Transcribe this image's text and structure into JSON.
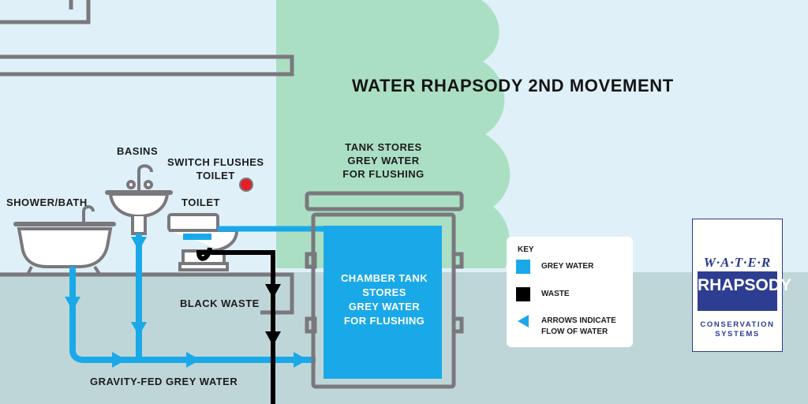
{
  "title": "WATER RHAPSODY 2ND MOVEMENT",
  "labels": {
    "basins": "BASINS",
    "switch_flushes": "SWITCH FLUSHES",
    "toilet_word": "TOILET",
    "toilet": "TOILET",
    "shower_bath": "SHOWER/BATH",
    "tank_stores": [
      "TANK STORES",
      "GREY WATER",
      "FOR FLUSHING"
    ],
    "black_waste": "BLACK WASTE",
    "gravity_fed": "GRAVITY-FED GREY WATER"
  },
  "chamber_tank": [
    "CHAMBER TANK",
    "STORES",
    "GREY WATER",
    "FOR FLUSHING"
  ],
  "key": {
    "title": "KEY",
    "items": [
      {
        "label": "GREY WATER",
        "color": "#1aa9e8",
        "icon": "square-swatch"
      },
      {
        "label": "WASTE",
        "color": "#000000",
        "icon": "square-swatch"
      },
      {
        "label": [
          "ARROWS INDICATE",
          "FLOW OF WATER"
        ],
        "color": "#1aa9e8",
        "icon": "triangle-arrow"
      }
    ]
  },
  "logo": {
    "word1": "W·A·T·E·R",
    "word2": "RHAPSODY",
    "word3": [
      "CONSERVATION",
      "SYSTEMS"
    ]
  },
  "colors": {
    "sky": "#dff0f8",
    "ground": "#bfd6d8",
    "tree": "#abdfc4",
    "grey_water": "#1aa9e8",
    "waste": "#000000",
    "outline": "#7a787d",
    "switch_red": "#e41e26",
    "logo_blue": "#2d3e92"
  }
}
